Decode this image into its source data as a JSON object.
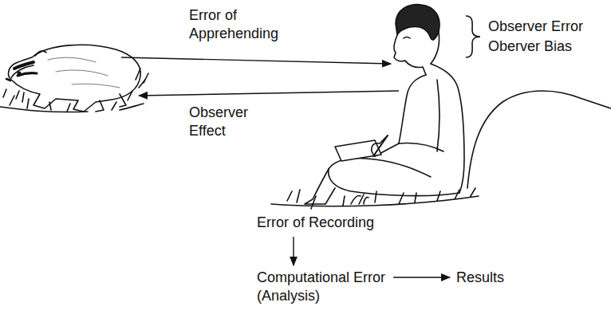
{
  "diagram": {
    "nodes": [
      {
        "text": [
          "Error of Recording"
        ]
      },
      {
        "text": [
          "Computational Error (Analysis)"
        ]
      },
      {
        "text": [
          "Results"
        ]
      }
    ],
    "edges": [
      {
        "from": 0,
        "to": 1,
        "arrow": "to"
      },
      {
        "from": 1,
        "to": 2,
        "arrow": "to"
      }
    ],
    "labels": [
      "Error of Apprehending",
      "Observer Effect",
      "Observer Error",
      "Oberver Bias"
    ]
  }
}
